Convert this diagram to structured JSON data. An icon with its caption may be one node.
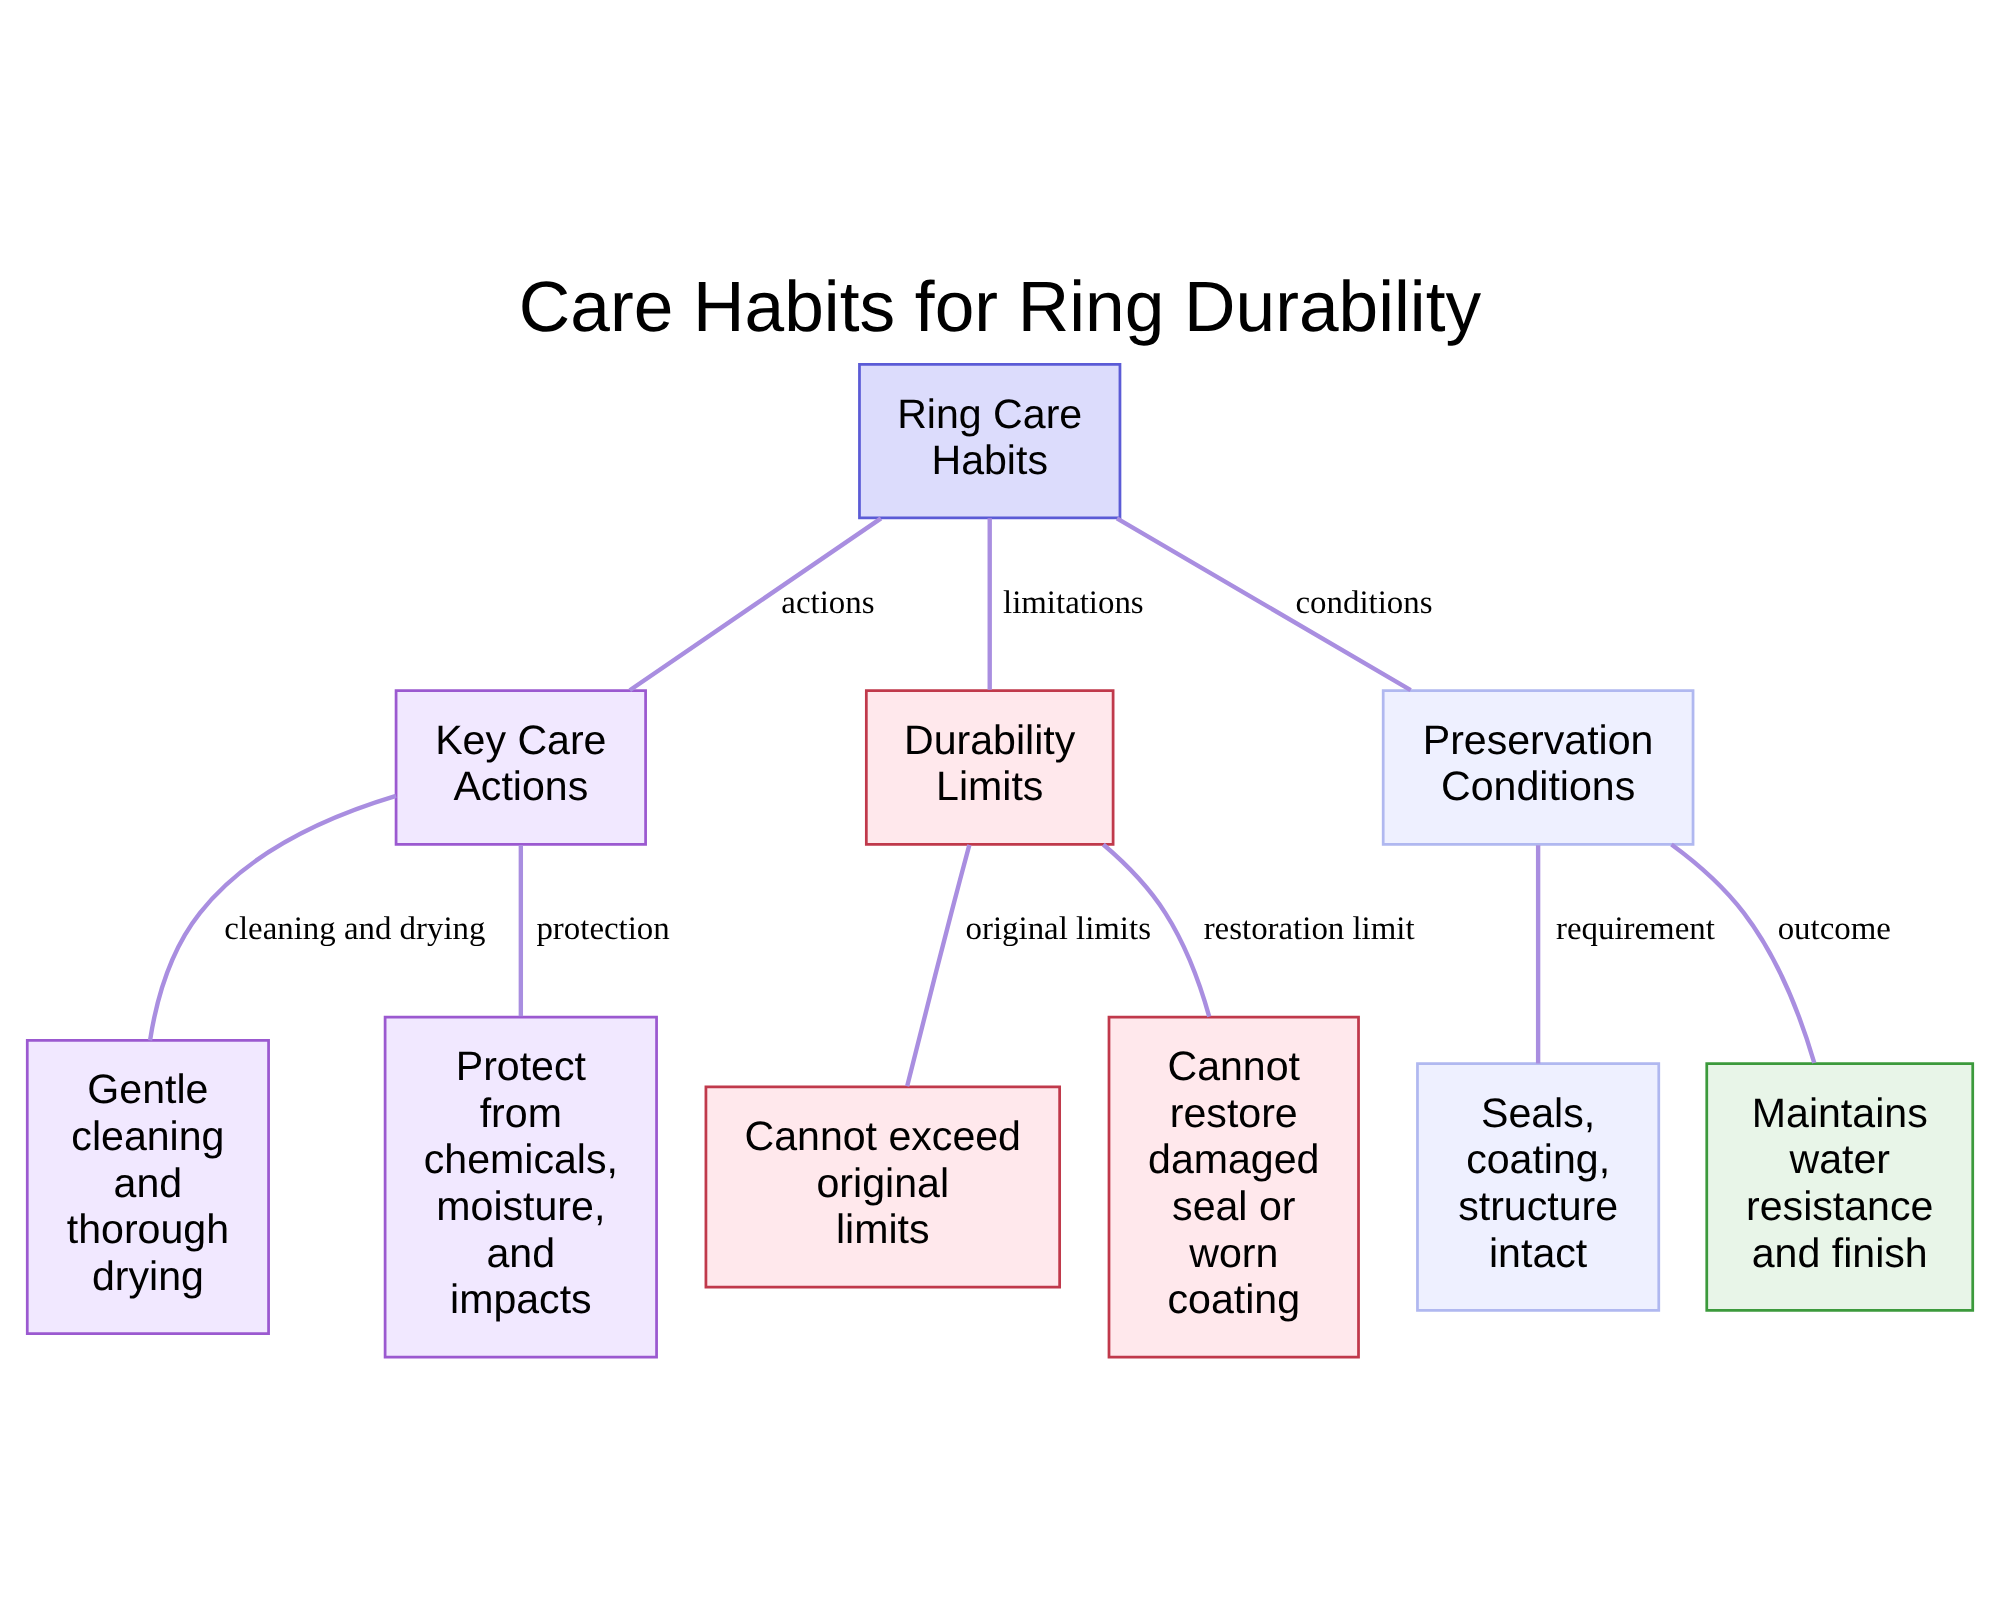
{
  "diagram": {
    "title": "Care Habits for Ring Durability",
    "nodes": [
      {
        "text": [
          "Ring Care Habits"
        ]
      },
      {
        "text": [
          "Key Care Actions"
        ]
      },
      {
        "text": [
          "Durability Limits"
        ]
      },
      {
        "text": [
          "Preservation Conditions"
        ]
      },
      {
        "text": [
          "Gentle cleaning and thorough drying"
        ]
      },
      {
        "text": [
          "Protect from chemicals, moisture, and impacts"
        ]
      },
      {
        "text": [
          "Cannot exceed original limits"
        ]
      },
      {
        "text": [
          "Cannot restore damaged seal or worn coating"
        ]
      },
      {
        "text": [
          "Seals, coating, structure intact"
        ]
      },
      {
        "text": [
          "Maintains water resistance and finish"
        ]
      }
    ],
    "edges": [
      {
        "from": 0,
        "to": 1,
        "arrow": "none",
        "label": "actions"
      },
      {
        "from": 0,
        "to": 2,
        "arrow": "none",
        "label": "limitations"
      },
      {
        "from": 0,
        "to": 3,
        "arrow": "none",
        "label": "conditions"
      },
      {
        "from": 1,
        "to": 4,
        "arrow": "none",
        "label": "cleaning and drying"
      },
      {
        "from": 1,
        "to": 5,
        "arrow": "none",
        "label": "protection"
      },
      {
        "from": 2,
        "to": 6,
        "arrow": "none",
        "label": "original limits"
      },
      {
        "from": 2,
        "to": 7,
        "arrow": "none",
        "label": "restoration limit"
      },
      {
        "from": 3,
        "to": 8,
        "arrow": "none",
        "label": "requirement"
      },
      {
        "from": 3,
        "to": 9,
        "arrow": "none",
        "label": "outcome"
      }
    ]
  }
}
